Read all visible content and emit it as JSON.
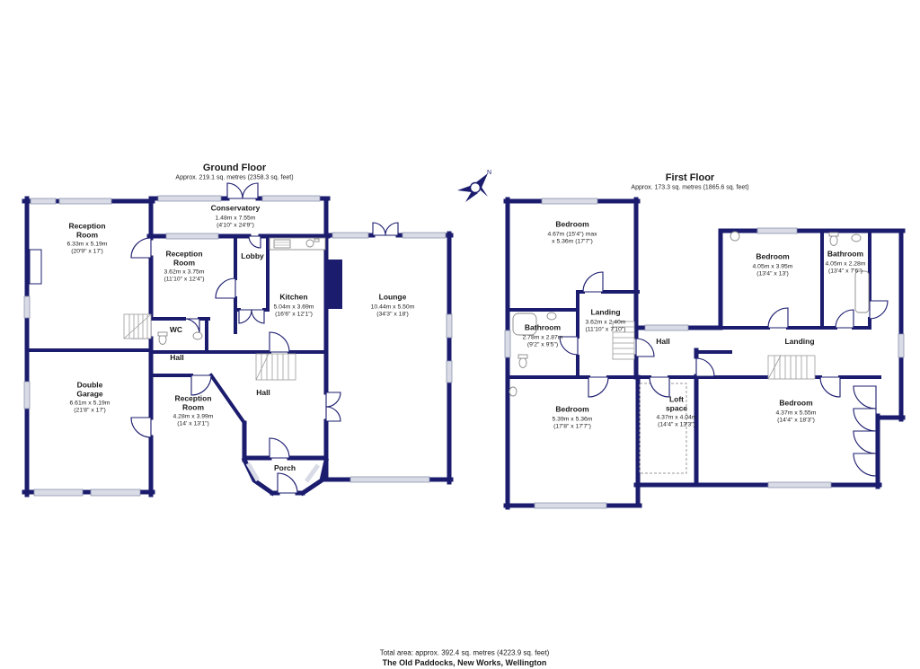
{
  "document": {
    "footer_total": "Total area: approx. 392.4 sq. metres (4223.9 sq. feet)",
    "footer_address": "The Old Paddocks, New Works, Wellington"
  },
  "compass": {
    "label": "N"
  },
  "colors": {
    "wall": "#1b1c6e",
    "window_fill": "#d9dbe6",
    "window_border": "#8b93ad",
    "fixture_line": "#8a8a8a",
    "loft_dashed_outline": "#999999"
  },
  "ground_floor": {
    "title": "Ground Floor",
    "subtitle": "Approx. 219.1 sq. metres (2358.3 sq. feet)",
    "rooms": [
      {
        "name": "Conservatory",
        "dims_m": "1.48m x 7.55m",
        "dims_ft": "(4'10\" x 24'9\")"
      },
      {
        "name": "Reception Room",
        "dims_m": "6.33m x 5.19m",
        "dims_ft": "(20'9\" x 17')"
      },
      {
        "name": "Reception Room",
        "dims_m": "3.62m x 3.75m",
        "dims_ft": "(11'10\" x 12'4\")"
      },
      {
        "name": "Lobby"
      },
      {
        "name": "Kitchen",
        "dims_m": "5.04m x 3.69m",
        "dims_ft": "(16'6\" x 12'1\")"
      },
      {
        "name": "Lounge",
        "dims_m": "10.44m x 5.50m",
        "dims_ft": "(34'3\" x 18')"
      },
      {
        "name": "WC"
      },
      {
        "name": "Hall"
      },
      {
        "name": "Double Garage",
        "dims_m": "6.61m x 5.19m",
        "dims_ft": "(21'8\" x 17')"
      },
      {
        "name": "Reception Room",
        "dims_m": "4.28m x 3.99m",
        "dims_ft": "(14' x 13'1\")"
      },
      {
        "name": "Hall"
      },
      {
        "name": "Porch"
      }
    ]
  },
  "first_floor": {
    "title": "First Floor",
    "subtitle": "Approx. 173.3 sq. metres (1865.6 sq. feet)",
    "rooms": [
      {
        "name": "Bedroom",
        "dims_m": "4.67m (15'4\") max",
        "dims_ft": "x 5.36m (17'7\")"
      },
      {
        "name": "Bedroom",
        "dims_m": "4.05m x 3.95m",
        "dims_ft": "(13'4\" x 13')"
      },
      {
        "name": "Bathroom",
        "dims_m": "4.05m x 2.28m",
        "dims_ft": "(13'4\" x 7'6\")"
      },
      {
        "name": "Bathroom",
        "dims_m": "2.78m x 2.87m",
        "dims_ft": "(9'2\" x 9'5\")"
      },
      {
        "name": "Landing",
        "dims_m": "3.62m x 2.40m",
        "dims_ft": "(11'10\" x 7'10\")"
      },
      {
        "name": "Hall"
      },
      {
        "name": "Landing"
      },
      {
        "name": "Bedroom",
        "dims_m": "5.39m x 5.36m",
        "dims_ft": "(17'8\" x 17'7\")"
      },
      {
        "name": "Loft space",
        "dims_m": "4.37m x 4.04m",
        "dims_ft": "(14'4\" x 13'3\")"
      },
      {
        "name": "Bedroom",
        "dims_m": "4.37m x 5.55m",
        "dims_ft": "(14'4\" x 18'3\")"
      }
    ]
  }
}
